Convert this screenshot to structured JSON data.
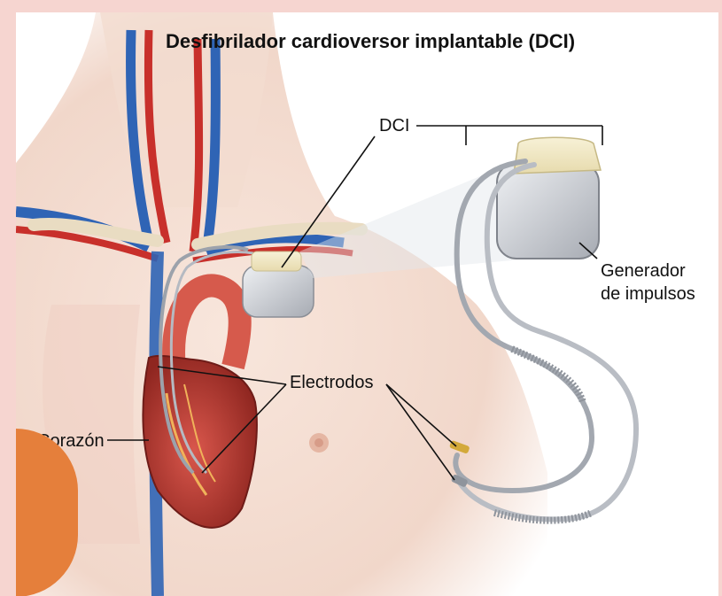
{
  "title": "Desfibrilador cardioversor implantable (DCI)",
  "labels": {
    "dci": "DCI",
    "generator_line1": "Generador",
    "generator_line2": "de impulsos",
    "electrodes": "Electrodos",
    "heart": "Corazón"
  },
  "colors": {
    "background": "#f6d5d0",
    "accent": "#e57f3b",
    "skin": "#f3ddd1",
    "artery": "#c8302b",
    "vein": "#2f64b5",
    "device": "#c9ccd2"
  }
}
